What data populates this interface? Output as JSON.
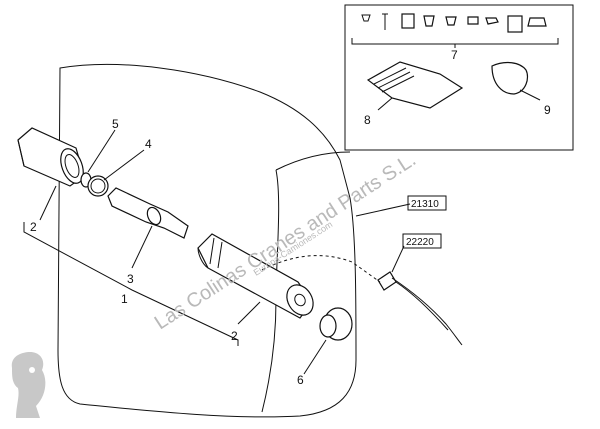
{
  "callouts": {
    "c1": "1",
    "c2a": "2",
    "c2b": "2",
    "c3": "3",
    "c4": "4",
    "c5": "5",
    "c6": "6",
    "c7": "7",
    "c8": "8",
    "c9": "9"
  },
  "refs": {
    "r21310": "21310",
    "r22220": "22220"
  },
  "watermark": {
    "main": "Las Colinas Cranes and Parts S.L.",
    "sub": "Europa-Camiones.com"
  },
  "colors": {
    "line": "#111111",
    "watermark": "#b9b9b9",
    "background": "#ffffff"
  }
}
